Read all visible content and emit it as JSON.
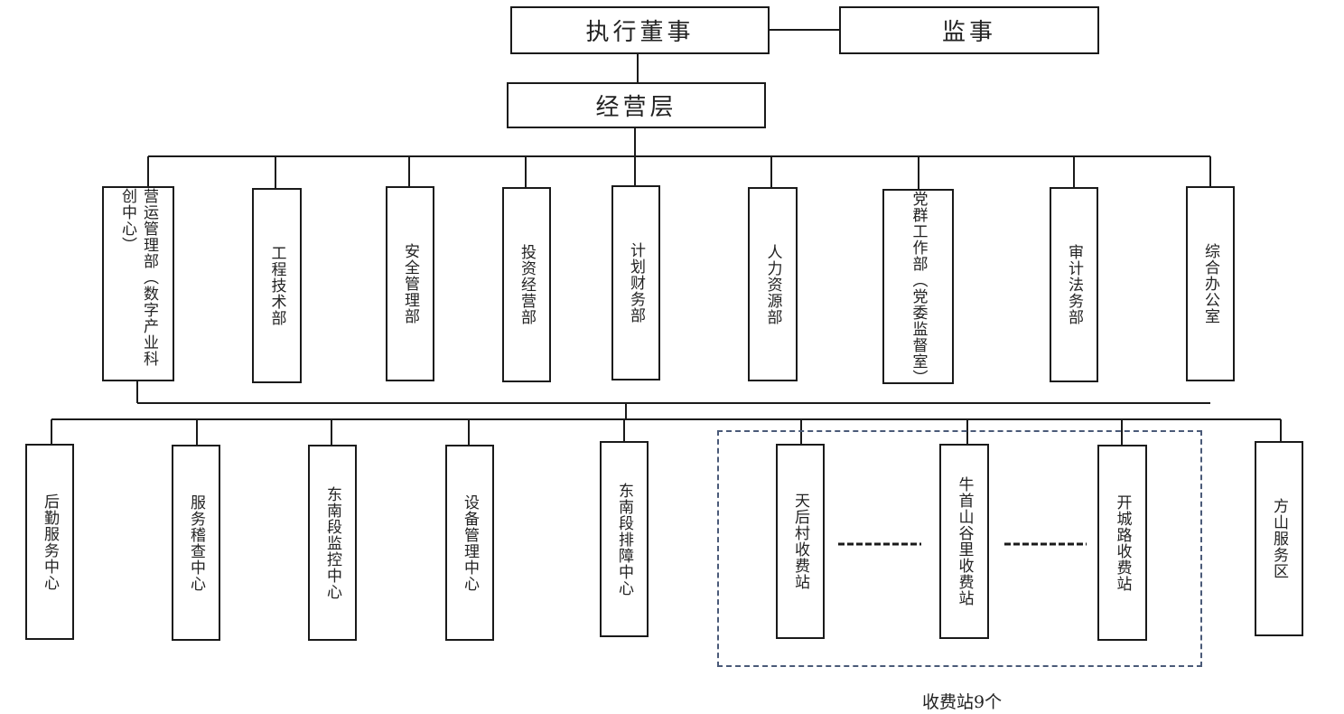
{
  "top": {
    "executive": "执行董事",
    "supervisor": "监事",
    "management": "经营层"
  },
  "departments": [
    "营运管理部（数字产业科创中心）",
    "工程技术部",
    "安全管理部",
    "投资经营部",
    "计划财务部",
    "人力资源部",
    "党群工作部（党委监督室）",
    "审计法务部",
    "综合办公室"
  ],
  "units": [
    "后勤服务中心",
    "服务稽查中心",
    "东南段监控中心",
    "设备管理中心",
    "东南段排障中心",
    "天后村收费站",
    "牛首山谷里收费站",
    "开城路收费站",
    "方山服务区"
  ],
  "toll_group_caption": "收费站9个",
  "colors": {
    "line": "#1a1a1a",
    "dashed_border": "#4a5a78"
  }
}
